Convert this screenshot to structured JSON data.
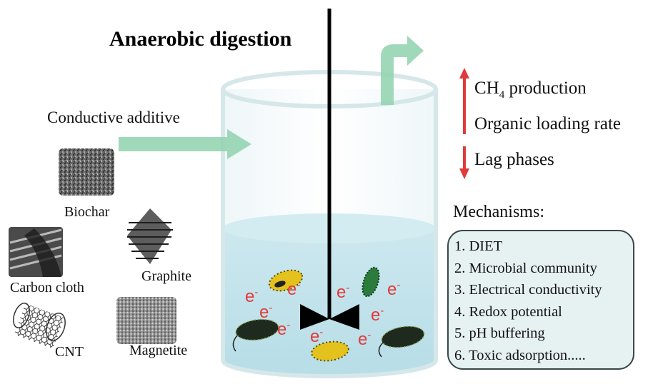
{
  "title": "Anaerobic digestion",
  "additive_label": "Conductive additive",
  "materials": [
    {
      "name": "Biochar",
      "icon": "biochar-icon"
    },
    {
      "name": "Carbon cloth",
      "icon": "carbon-cloth-icon"
    },
    {
      "name": "Graphite",
      "icon": "graphite-icon"
    },
    {
      "name": "CNT",
      "icon": "cnt-icon"
    },
    {
      "name": "Magnetite",
      "icon": "magnetite-icon"
    }
  ],
  "results": {
    "increase": [
      "production",
      "Organic loading rate"
    ],
    "ch4_prefix": "CH",
    "ch4_subscript": "4",
    "ch4_suffix": " production",
    "decrease": [
      "Lag phases"
    ]
  },
  "mechanisms": {
    "title": "Mechanisms:",
    "items": [
      "1. DIET",
      "2. Microbial community",
      "3. Electrical conductivity",
      "4. Redox potential",
      "5. pH buffering",
      "6. Toxic adsorption....."
    ]
  },
  "electron_label": "e",
  "electron_charge": "-",
  "colors": {
    "arrow_green": "#8fd2ae",
    "liquid": "#bfe2ea",
    "vessel_stroke": "#cfe3e8",
    "up_arrow": "#e03a3a",
    "electron": "#e33a3a"
  }
}
